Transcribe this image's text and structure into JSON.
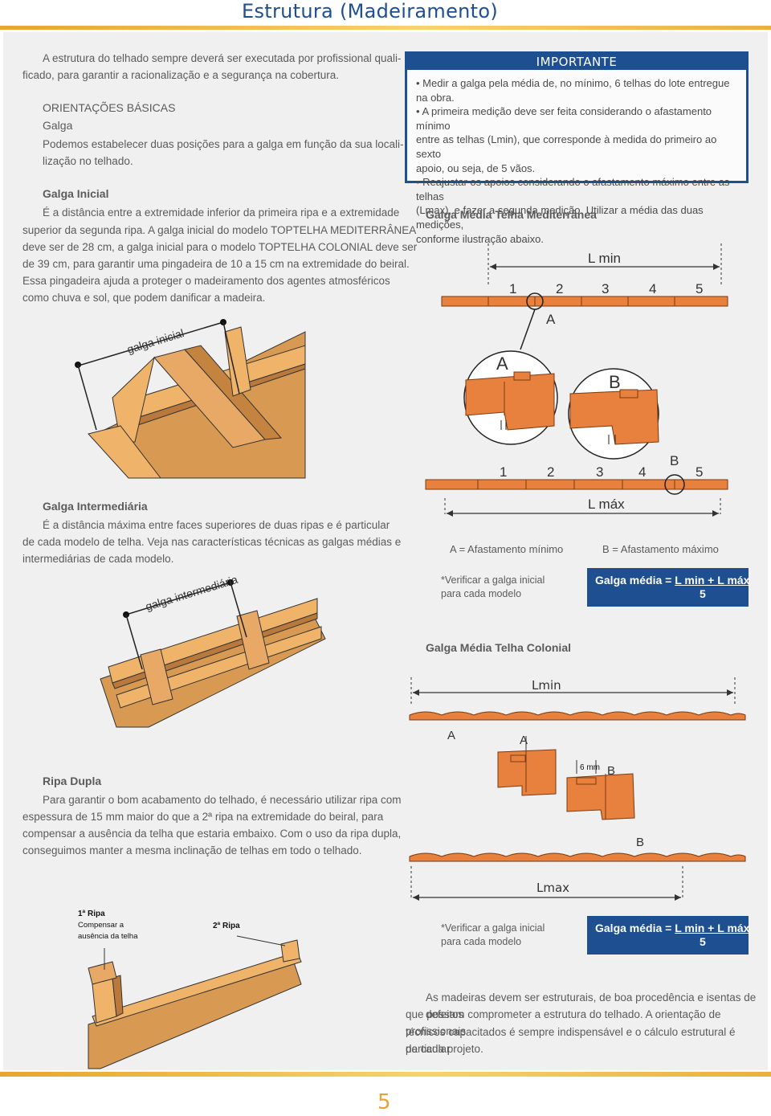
{
  "page": {
    "title": "Estrutura (Madeiramento)",
    "number": "5"
  },
  "intro": {
    "line1": "A estrutura do telhado sempre deverá ser executada por profissional quali-",
    "line2": "ficado, para garantir a racionalização e a segurança na cobertura."
  },
  "orientacoes": {
    "title": "ORIENTAÇÕES BÁSICAS",
    "subtitle": "Galga",
    "line1": "Podemos estabelecer duas posições para a galga em função da sua locali-",
    "line2": "lização no telhado."
  },
  "galga_inicial": {
    "title": "Galga Inicial",
    "lines": [
      "É a distância entre a extremidade inferior da primeira ripa e a extremidade",
      "superior da segunda ripa. A galga inicial do modelo TOPTELHA MEDITERRÂNEA",
      "deve ser de 28 cm, a galga inicial para o modelo TOPTELHA COLONIAL deve ser",
      "de 39 cm, para garantir uma pingadeira de 10 a 15 cm na extremidade do beiral.",
      "Essa pingadeira ajuda a proteger o madeiramento dos agentes atmosféricos",
      "como chuva e sol, que podem danificar a madeira."
    ],
    "diagram_label": "galga inicial"
  },
  "galga_intermediaria": {
    "title": "Galga Intermediária",
    "lines": [
      "É a distância máxima entre faces superiores de duas ripas e é particular",
      "de cada modelo de telha. Veja nas características técnicas as galgas médias e",
      "intermediárias de cada modelo."
    ],
    "diagram_label": "galga intermediária"
  },
  "ripa_dupla": {
    "title": "Ripa Dupla",
    "lines": [
      "Para garantir o bom acabamento do telhado, é necessário utilizar ripa com",
      "espessura de 15 mm maior do que a 2ª ripa na extremidade do beiral, para",
      "compensar a ausência da telha que estaria embaixo. Com o uso da ripa dupla,",
      "conseguimos manter a mesma inclinação de telhas em todo o telhado."
    ],
    "label_1": "1ª Ripa",
    "label_1_sub1": "Compensar a",
    "label_1_sub2": "ausência da telha",
    "label_2": "2ª Ripa"
  },
  "importante": {
    "title": "IMPORTANTE",
    "lines": [
      "• Medir a galga pela média de, no mínimo, 6 telhas do lote entregue na obra.",
      "• A primeira medição deve ser feita considerando o afastamento mínimo",
      "entre as telhas (Lmin), que corresponde à medida do primeiro ao sexto",
      "apoio, ou seja, de 5 vãos.",
      "• Reajustar os apoios considerando o afastamento máximo entre as telhas",
      "(Lmax), e fazer a segunda medição. Utilizar a média das duas medições,",
      "conforme ilustração abaixo."
    ]
  },
  "mediterranea": {
    "title": "Galga Média Telha Mediterrânea",
    "lmin": "L min",
    "lmax": "L máx",
    "numbers": [
      "1",
      "2",
      "3",
      "4",
      "5"
    ],
    "label_a": "A",
    "label_b": "B",
    "legend_a": "A = Afastamento mínimo",
    "legend_b": "B = Afastamento máximo",
    "note1": "*Verificar a galga inicial",
    "note2": "para cada modelo",
    "formula_main": "Galga média = ",
    "formula_num": "L min + L máx",
    "formula_den": "5"
  },
  "colonial": {
    "title": "Galga Média Telha Colonial",
    "lmin": "Lmin",
    "lmax": "Lmax",
    "label_a": "A",
    "label_b": "B",
    "gap": "6 mm",
    "note1": "*Verificar a galga inicial",
    "note2": "para cada modelo",
    "formula_main": "Galga média = ",
    "formula_num": "L min + L máx",
    "formula_den": "5"
  },
  "footer_note": {
    "lines": [
      "As madeiras devem ser estruturais, de boa procedência e isentas de defeitos",
      "que possam comprometer a estrutura do telhado. A orientação de profissionais",
      "técnicos capacitados é sempre indispensável e o cálculo estrutural é particular",
      "de cada projeto."
    ]
  },
  "colors": {
    "brand_blue": "#1d4f91",
    "accent_gold": "#e9a23a",
    "tile_orange": "#e8803e",
    "wood": "#d99a4f"
  }
}
